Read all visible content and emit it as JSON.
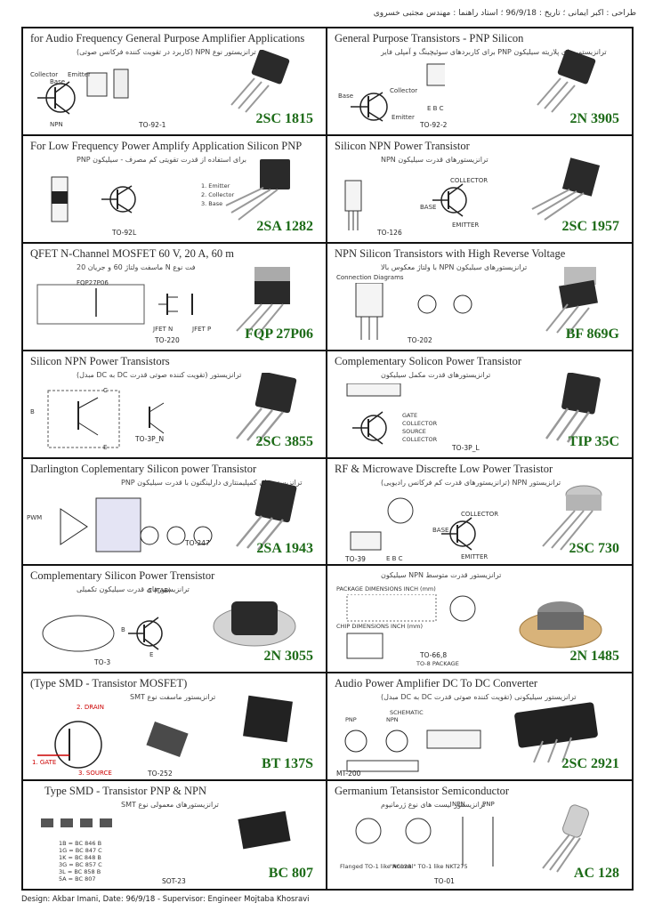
{
  "header": {
    "credit": "طراحی : اکبر ایمانی ؛ تاریخ : 96/9/18 ؛ استاد راهنما : مهندس مجتبی خسروی"
  },
  "cells": [
    {
      "title": "for Audio Frequency General Purpose Amplifier Applications",
      "subtitle": "ترانزیستور نوع NPN (کاربرد در تقویت کننده فرکانس صوتی)",
      "package": "TO-92-1",
      "part": "2SC 1815",
      "labels": [
        "Collector",
        "Emitter",
        "Base",
        "NPN"
      ]
    },
    {
      "title": "General Purpose Transistors - PNP Silicon",
      "subtitle": "ترانزیستور های پلاریته سیلیکون PNP برای کاربردهای سوئیچینگ و آمپلی فایر",
      "package": "TO-92-2",
      "part": "2N 3905",
      "labels": [
        "Collector",
        "Base",
        "Emitter",
        "E B C"
      ]
    },
    {
      "title": "For Low Frequency Power Amplify Application Silicon PNP",
      "subtitle": "برای استفاده از قدرت تقویتی کم مصرف - سیلیکون PNP",
      "package": "TO-92L",
      "part": "2SA 1282",
      "labels": [
        "1. Emitter",
        "2. Collector",
        "3. Base"
      ]
    },
    {
      "title": "Silicon NPN Power Transistor",
      "subtitle": "ترانزیستورهای قدرت سیلیکون NPN",
      "package": "TO-126",
      "part": "2SC 1957",
      "labels": [
        "COLLECTOR",
        "BASE",
        "EMITTER"
      ]
    },
    {
      "title": "QFET N-Channel MOSFET 60 V, 20 A, 60 m",
      "subtitle": "فت نوع N ماسفت ولتاژ 60 و جریان 20",
      "package": "TO-220",
      "part": "FQP 27P06",
      "labels": [
        "FQP27P06",
        "JFET N",
        "JFET P"
      ]
    },
    {
      "title": "NPN Silicon Transistors with High Reverse Voltage",
      "subtitle": "ترانزیستورهای سیلیکون NPN با ولتاژ معکوس بالا",
      "package": "TO-202",
      "part": "BF 869G",
      "labels": [
        "Connection Diagrams"
      ]
    },
    {
      "title": "Silicon NPN Power Transistors",
      "subtitle": "ترانزیستور (تقویت کننده صوتی قدرت DC به DC مبدل)",
      "package": "TO-3P_N",
      "part": "2SC 3855",
      "labels": [
        "C",
        "B",
        "E"
      ]
    },
    {
      "title": "Complementary Solicon Power Transistor",
      "subtitle": "ترانزیستورهای قدرت مکمل سیلیکون",
      "package": "TO-3P_L",
      "part": "TIP 35C",
      "labels": [
        "GATE",
        "COLLECTOR",
        "SOURCE",
        "COLLECTOR"
      ]
    },
    {
      "title": "Darlington Coplementary Silicon power Transistor",
      "subtitle": "ترانزیستورهای کمپلیمنتاری دارلینگتون با قدرت سیلیکون PNP",
      "package": "TO-247",
      "part": "2SA 1943",
      "labels": [
        "PWM"
      ]
    },
    {
      "title": "RF & Microwave Discrefte Low Power Trasistor",
      "subtitle": "ترانزیستور NPN (ترانزیستورهای قدرت کم فرکانس رادیویی)",
      "package": "TO-39",
      "part": "2SC 730",
      "labels": [
        "COLLECTOR",
        "BASE",
        "EMITTER",
        "E B C"
      ]
    },
    {
      "title": "Complementary Silicon Power Trensistor",
      "subtitle": "ترانزیستورهای قدرت سیلیکون تکمیلی",
      "package": "TO-3",
      "part": "2N 3055",
      "labels": [
        "C (TAB)",
        "B",
        "E"
      ]
    },
    {
      "title": "",
      "subtitle": "ترانزیستور قدرت متوسط NPN سیلیکون",
      "package": "TO-66,8",
      "part": "2N 1485",
      "labels": [
        "PACKAGE DIMENSIONS INCH (mm)",
        "CHIP DIMENSIONS INCH (mm)",
        "TO-8 PACKAGE"
      ]
    },
    {
      "title": "(Type SMD - Transistor MOSFET)",
      "subtitle": "ترانزیستور ماسفت نوع SMT",
      "package": "TO-252",
      "part": "BT 137S",
      "labels": [
        "2. DRAIN",
        "1. GATE",
        "3. SOURCE"
      ]
    },
    {
      "title": "Audio Power Amplifier DC To DC Converter",
      "subtitle": "ترانزیستور سیلیکونی (تقویت کننده صوتی قدرت DC به DC مبدل)",
      "package": "MT-200",
      "part": "2SC 2921",
      "labels": [
        "SCHEMATIC",
        "PNP",
        "NPN"
      ]
    },
    {
      "title": "Type SMD - Transistor PNP & NPN",
      "subtitle": "ترانزیستورهای معمولی نوع SMT",
      "package": "SOT-23",
      "part": "BC 807",
      "labels": [
        "1B = BC 846 B",
        "1G = BC 847 C",
        "1K = BC 848 B",
        "3G = BC 857 C",
        "3L = BC 858 B",
        "5A = BC 807"
      ]
    },
    {
      "title": "Germanium Tetansistor Semiconductor",
      "subtitle": "ترانزیستور لیست های نوع ژرمانیوم",
      "package": "TO-01",
      "part": "AC 128",
      "labels": [
        "NPN",
        "PNP",
        "Flanged TO-1 like AC128",
        "\"Normal\" TO-1 like NKT275"
      ]
    }
  ],
  "footer": "Design: Akbar Imani, Date: 96/9/18 - Supervisor: Engineer Mojtaba Khosravi"
}
